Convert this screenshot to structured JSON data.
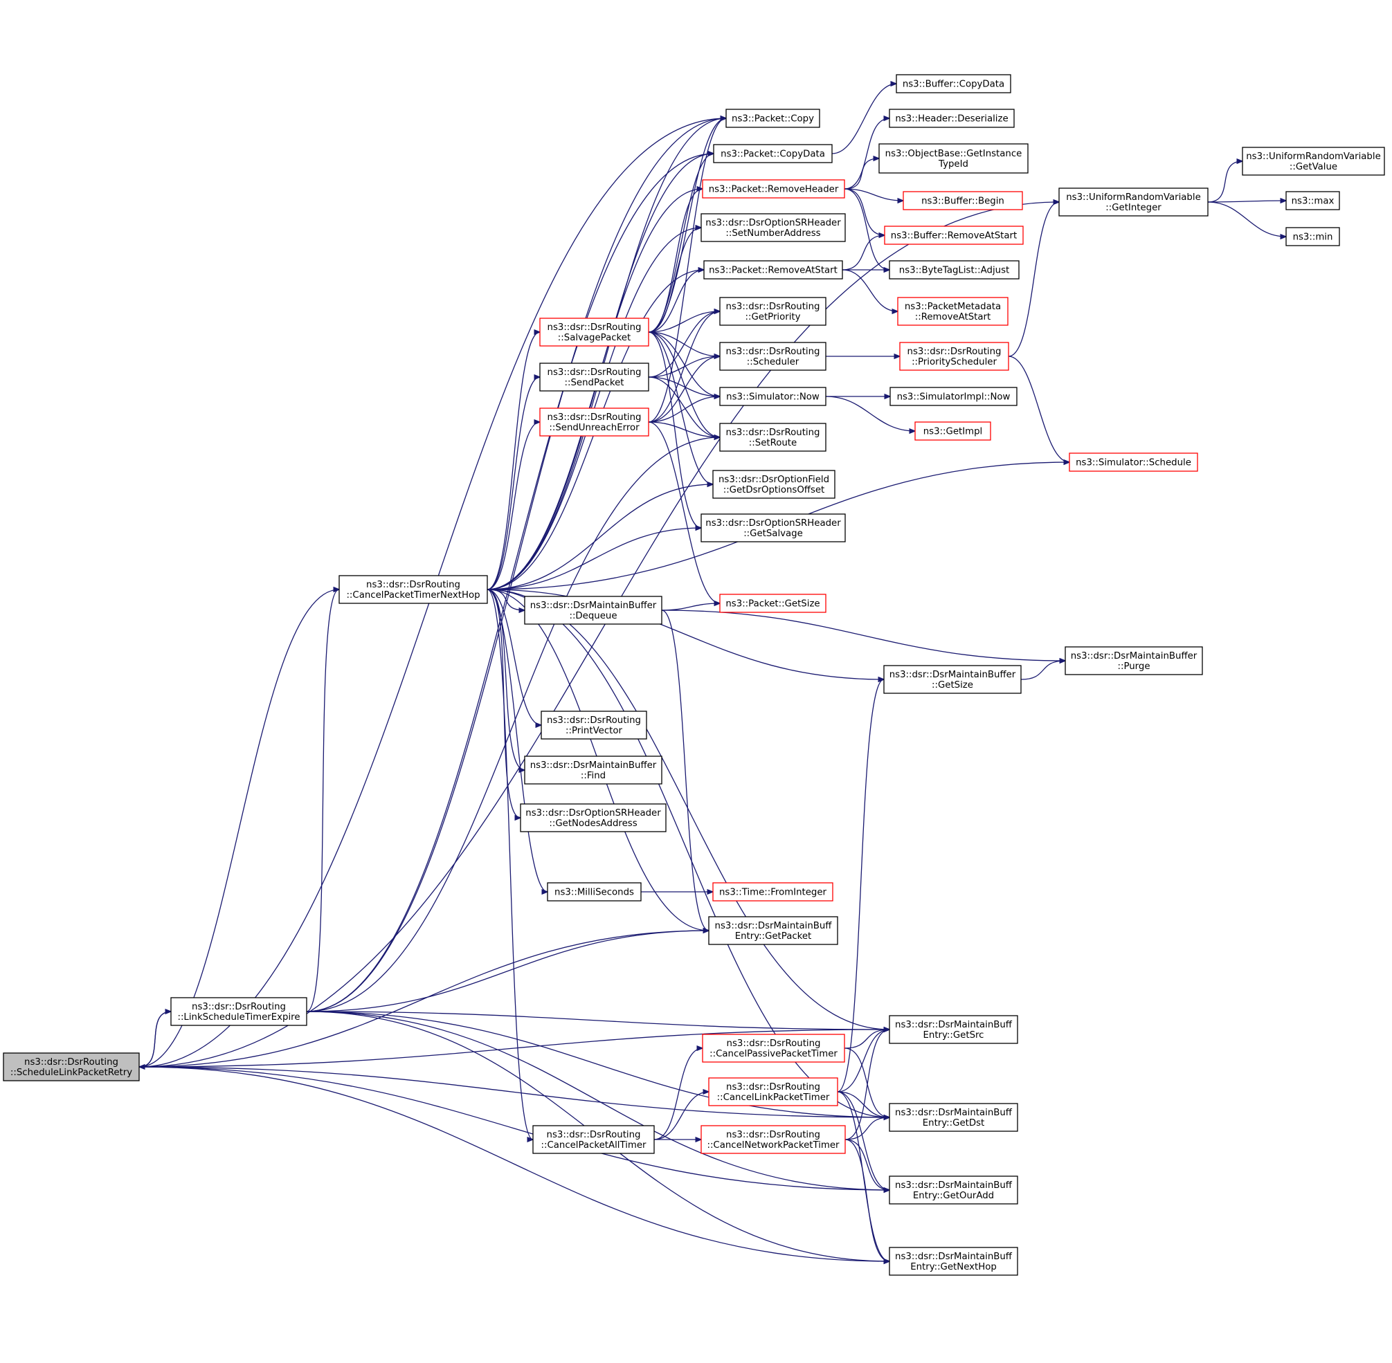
{
  "diagram": {
    "nodes": [
      {
        "id": "root",
        "lines": [
          "ns3::dsr::DsrRouting",
          "::ScheduleLinkPacketRetry"
        ],
        "style": "root"
      },
      {
        "id": "lste",
        "lines": [
          "ns3::dsr::DsrRouting",
          "::LinkScheduleTimerExpire"
        ],
        "style": "normal"
      },
      {
        "id": "cptnh",
        "lines": [
          "ns3::dsr::DsrRouting",
          "::CancelPacketTimerNextHop"
        ],
        "style": "normal"
      },
      {
        "id": "pcopy",
        "lines": [
          "ns3::Packet::Copy"
        ],
        "style": "normal"
      },
      {
        "id": "pcopydata",
        "lines": [
          "ns3::Packet::CopyData"
        ],
        "style": "normal"
      },
      {
        "id": "bcopydata",
        "lines": [
          "ns3::Buffer::CopyData"
        ],
        "style": "normal"
      },
      {
        "id": "hdeser",
        "lines": [
          "ns3::Header::Deserialize"
        ],
        "style": "normal"
      },
      {
        "id": "getinst",
        "lines": [
          "ns3::ObjectBase::GetInstance",
          "TypeId"
        ],
        "style": "normal"
      },
      {
        "id": "premhdr",
        "lines": [
          "ns3::Packet::RemoveHeader"
        ],
        "style": "red"
      },
      {
        "id": "bbegin",
        "lines": [
          "ns3::Buffer::Begin"
        ],
        "style": "red"
      },
      {
        "id": "bremstart",
        "lines": [
          "ns3::Buffer::RemoveAtStart"
        ],
        "style": "red"
      },
      {
        "id": "btladjust",
        "lines": [
          "ns3::ByteTagList::Adjust"
        ],
        "style": "normal"
      },
      {
        "id": "setnum",
        "lines": [
          "ns3::dsr::DsrOptionSRHeader",
          "::SetNumberAddress"
        ],
        "style": "normal"
      },
      {
        "id": "premstart",
        "lines": [
          "ns3::Packet::RemoveAtStart"
        ],
        "style": "normal"
      },
      {
        "id": "pmdremstart",
        "lines": [
          "ns3::PacketMetadata",
          "::RemoveAtStart"
        ],
        "style": "red"
      },
      {
        "id": "salvage",
        "lines": [
          "ns3::dsr::DsrRouting",
          "::SalvagePacket"
        ],
        "style": "red"
      },
      {
        "id": "getprio",
        "lines": [
          "ns3::dsr::DsrRouting",
          "::GetPriority"
        ],
        "style": "normal"
      },
      {
        "id": "sendpkt",
        "lines": [
          "ns3::dsr::DsrRouting",
          "::SendPacket"
        ],
        "style": "normal"
      },
      {
        "id": "sched",
        "lines": [
          "ns3::dsr::DsrRouting",
          "::Scheduler"
        ],
        "style": "normal"
      },
      {
        "id": "priosched",
        "lines": [
          "ns3::dsr::DsrRouting",
          "::PriorityScheduler"
        ],
        "style": "red"
      },
      {
        "id": "simnow",
        "lines": [
          "ns3::Simulator::Now"
        ],
        "style": "normal"
      },
      {
        "id": "simimplnow",
        "lines": [
          "ns3::SimulatorImpl::Now"
        ],
        "style": "normal"
      },
      {
        "id": "sendunreach",
        "lines": [
          "ns3::dsr::DsrRouting",
          "::SendUnreachError"
        ],
        "style": "red"
      },
      {
        "id": "getimpl",
        "lines": [
          "ns3::GetImpl"
        ],
        "style": "red"
      },
      {
        "id": "setroute",
        "lines": [
          "ns3::dsr::DsrRouting",
          "::SetRoute"
        ],
        "style": "normal"
      },
      {
        "id": "simsched",
        "lines": [
          "ns3::Simulator::Schedule"
        ],
        "style": "red"
      },
      {
        "id": "getdsroff",
        "lines": [
          "ns3::dsr::DsrOptionField",
          "::GetDsrOptionsOffset"
        ],
        "style": "normal"
      },
      {
        "id": "getsalv",
        "lines": [
          "ns3::dsr::DsrOptionSRHeader",
          "::GetSalvage"
        ],
        "style": "normal"
      },
      {
        "id": "urvgetint",
        "lines": [
          "ns3::UniformRandomVariable",
          "::GetInteger"
        ],
        "style": "normal"
      },
      {
        "id": "urvgetval",
        "lines": [
          "ns3::UniformRandomVariable",
          "::GetValue"
        ],
        "style": "normal"
      },
      {
        "id": "max",
        "lines": [
          "ns3::max"
        ],
        "style": "normal"
      },
      {
        "id": "min",
        "lines": [
          "ns3::min"
        ],
        "style": "normal"
      },
      {
        "id": "dequeue",
        "lines": [
          "ns3::dsr::DsrMaintainBuffer",
          "::Dequeue"
        ],
        "style": "normal"
      },
      {
        "id": "pgetsize",
        "lines": [
          "ns3::Packet::GetSize"
        ],
        "style": "red"
      },
      {
        "id": "purge",
        "lines": [
          "ns3::dsr::DsrMaintainBuffer",
          "::Purge"
        ],
        "style": "normal"
      },
      {
        "id": "mbgetsize",
        "lines": [
          "ns3::dsr::DsrMaintainBuffer",
          "::GetSize"
        ],
        "style": "normal"
      },
      {
        "id": "printvec",
        "lines": [
          "ns3::dsr::DsrRouting",
          "::PrintVector"
        ],
        "style": "normal"
      },
      {
        "id": "find",
        "lines": [
          "ns3::dsr::DsrMaintainBuffer",
          "::Find"
        ],
        "style": "normal"
      },
      {
        "id": "getnodes",
        "lines": [
          "ns3::dsr::DsrOptionSRHeader",
          "::GetNodesAddress"
        ],
        "style": "normal"
      },
      {
        "id": "millis",
        "lines": [
          "ns3::MilliSeconds"
        ],
        "style": "normal"
      },
      {
        "id": "fromint",
        "lines": [
          "ns3::Time::FromInteger"
        ],
        "style": "red"
      },
      {
        "id": "getpacket",
        "lines": [
          "ns3::dsr::DsrMaintainBuff",
          "Entry::GetPacket"
        ],
        "style": "normal"
      },
      {
        "id": "getsrc",
        "lines": [
          "ns3::dsr::DsrMaintainBuff",
          "Entry::GetSrc"
        ],
        "style": "normal"
      },
      {
        "id": "cancelpassive",
        "lines": [
          "ns3::dsr::DsrRouting",
          "::CancelPassivePacketTimer"
        ],
        "style": "red"
      },
      {
        "id": "cancellink",
        "lines": [
          "ns3::dsr::DsrRouting",
          "::CancelLinkPacketTimer"
        ],
        "style": "red"
      },
      {
        "id": "getdst",
        "lines": [
          "ns3::dsr::DsrMaintainBuff",
          "Entry::GetDst"
        ],
        "style": "normal"
      },
      {
        "id": "cancelall",
        "lines": [
          "ns3::dsr::DsrRouting",
          "::CancelPacketAllTimer"
        ],
        "style": "normal"
      },
      {
        "id": "cancelnet",
        "lines": [
          "ns3::dsr::DsrRouting",
          "::CancelNetworkPacketTimer"
        ],
        "style": "red"
      },
      {
        "id": "getouradd",
        "lines": [
          "ns3::dsr::DsrMaintainBuff",
          "Entry::GetOurAdd"
        ],
        "style": "normal"
      },
      {
        "id": "getnexthop",
        "lines": [
          "ns3::dsr::DsrMaintainBuff",
          "Entry::GetNextHop"
        ],
        "style": "normal"
      }
    ],
    "edges": [
      [
        "root",
        "lste"
      ],
      [
        "lste",
        "root"
      ],
      [
        "root",
        "cptnh"
      ],
      [
        "root",
        "pcopy"
      ],
      [
        "root",
        "urvgetint"
      ],
      [
        "root",
        "getpacket"
      ],
      [
        "root",
        "getsrc"
      ],
      [
        "root",
        "getdst"
      ],
      [
        "root",
        "getouradd"
      ],
      [
        "root",
        "getnexthop"
      ],
      [
        "lste",
        "cptnh"
      ],
      [
        "lste",
        "pcopy"
      ],
      [
        "lste",
        "pcopydata"
      ],
      [
        "lste",
        "setroute"
      ],
      [
        "lste",
        "getpacket"
      ],
      [
        "lste",
        "getsrc"
      ],
      [
        "lste",
        "getdst"
      ],
      [
        "lste",
        "getouradd"
      ],
      [
        "lste",
        "getnexthop"
      ],
      [
        "cptnh",
        "pcopy"
      ],
      [
        "cptnh",
        "pcopydata"
      ],
      [
        "cptnh",
        "premhdr"
      ],
      [
        "cptnh",
        "setnum"
      ],
      [
        "cptnh",
        "premstart"
      ],
      [
        "cptnh",
        "salvage"
      ],
      [
        "cptnh",
        "sendpkt"
      ],
      [
        "cptnh",
        "sendunreach"
      ],
      [
        "cptnh",
        "getdsroff"
      ],
      [
        "cptnh",
        "getsalv"
      ],
      [
        "cptnh",
        "simsched"
      ],
      [
        "cptnh",
        "dequeue"
      ],
      [
        "cptnh",
        "mbgetsize"
      ],
      [
        "cptnh",
        "printvec"
      ],
      [
        "cptnh",
        "find"
      ],
      [
        "cptnh",
        "getnodes"
      ],
      [
        "cptnh",
        "millis"
      ],
      [
        "cptnh",
        "getpacket"
      ],
      [
        "cptnh",
        "getsrc"
      ],
      [
        "cptnh",
        "getdst"
      ],
      [
        "cptnh",
        "cancelall"
      ],
      [
        "salvage",
        "pcopy"
      ],
      [
        "salvage",
        "pcopydata"
      ],
      [
        "salvage",
        "premhdr"
      ],
      [
        "salvage",
        "setnum"
      ],
      [
        "salvage",
        "premstart"
      ],
      [
        "salvage",
        "getprio"
      ],
      [
        "salvage",
        "sched"
      ],
      [
        "salvage",
        "simnow"
      ],
      [
        "salvage",
        "setroute"
      ],
      [
        "salvage",
        "getdsroff"
      ],
      [
        "salvage",
        "getsalv"
      ],
      [
        "sendpkt",
        "getprio"
      ],
      [
        "sendpkt",
        "sched"
      ],
      [
        "sendpkt",
        "simnow"
      ],
      [
        "sendpkt",
        "setroute"
      ],
      [
        "sendunreach",
        "pcopy"
      ],
      [
        "sendunreach",
        "getprio"
      ],
      [
        "sendunreach",
        "sched"
      ],
      [
        "sendunreach",
        "simnow"
      ],
      [
        "sendunreach",
        "setroute"
      ],
      [
        "sendunreach",
        "pgetsize"
      ],
      [
        "pcopydata",
        "bcopydata"
      ],
      [
        "premhdr",
        "hdeser"
      ],
      [
        "premhdr",
        "getinst"
      ],
      [
        "premhdr",
        "bbegin"
      ],
      [
        "premhdr",
        "bremstart"
      ],
      [
        "premhdr",
        "btladjust"
      ],
      [
        "premstart",
        "bremstart"
      ],
      [
        "premstart",
        "btladjust"
      ],
      [
        "premstart",
        "pmdremstart"
      ],
      [
        "sched",
        "priosched"
      ],
      [
        "priosched",
        "urvgetint"
      ],
      [
        "priosched",
        "simsched"
      ],
      [
        "simnow",
        "simimplnow"
      ],
      [
        "simnow",
        "getimpl"
      ],
      [
        "urvgetint",
        "urvgetval"
      ],
      [
        "urvgetint",
        "max"
      ],
      [
        "urvgetint",
        "min"
      ],
      [
        "dequeue",
        "pgetsize"
      ],
      [
        "dequeue",
        "purge"
      ],
      [
        "dequeue",
        "getpacket"
      ],
      [
        "mbgetsize",
        "purge"
      ],
      [
        "millis",
        "fromint"
      ],
      [
        "cancelall",
        "cancelpassive"
      ],
      [
        "cancelall",
        "cancellink"
      ],
      [
        "cancelall",
        "cancelnet"
      ],
      [
        "cancelpassive",
        "getsrc"
      ],
      [
        "cancelpassive",
        "getdst"
      ],
      [
        "cancellink",
        "mbgetsize"
      ],
      [
        "cancellink",
        "getsrc"
      ],
      [
        "cancellink",
        "getdst"
      ],
      [
        "cancellink",
        "getouradd"
      ],
      [
        "cancellink",
        "getnexthop"
      ],
      [
        "cancelnet",
        "getsrc"
      ],
      [
        "cancelnet",
        "getdst"
      ],
      [
        "cancelnet",
        "getouradd"
      ],
      [
        "cancelnet",
        "getnexthop"
      ]
    ]
  },
  "colors": {
    "edge": "#191970",
    "node_border": "#000000",
    "node_border_highlight": "#ff0000",
    "root_fill": "#bfbfbf",
    "node_fill": "#ffffff"
  }
}
